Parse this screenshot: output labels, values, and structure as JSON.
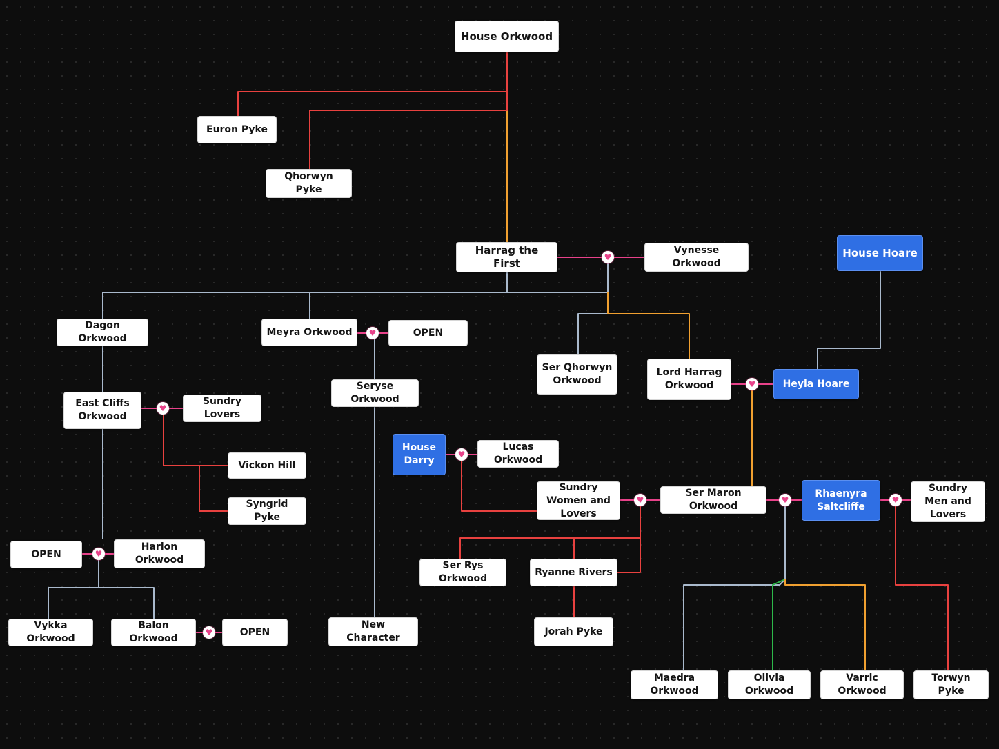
{
  "colors": {
    "background": "#0d0d0d",
    "node": "#ffffff",
    "house_node": "#2f6fe4",
    "line_red": "#e8413f",
    "line_orange": "#f0a030",
    "line_gray": "#a9b9cc",
    "line_pink": "#e8428a",
    "line_green": "#2db84a",
    "heart": "#e8428a"
  },
  "heart_icon": "heart-icon",
  "nodes": {
    "house_orkwood": "House Orkwood",
    "euron_pyke": "Euron Pyke",
    "qhorwyn_pyke": "Qhorwyn Pyke",
    "harrag_first": "Harrag the First",
    "vynesse_orkwood": "Vynesse Orkwood",
    "house_hoare": "House Hoare",
    "dagon_orkwood": "Dagon Orkwood",
    "meyra_orkwood": "Meyra Orkwood",
    "open_meyra": "OPEN",
    "ser_qhorwyn": "Ser Qhorwyn Orkwood",
    "lord_harrag": "Lord Harrag Orkwood",
    "heyla_hoare": "Heyla Hoare",
    "east_cliffs": "East Cliffs Orkwood",
    "sundry_lovers": "Sundry Lovers",
    "seryse_orkwood": "Seryse Orkwood",
    "house_darry": "House Darry",
    "lucas_orkwood": "Lucas Orkwood",
    "vickon_hill": "Vickon Hill",
    "syngrid_pyke": "Syngrid Pyke",
    "sundry_women": "Sundry Women and Lovers",
    "ser_maron": "Ser Maron Orkwood",
    "rhaenyra": "Rhaenyra Saltcliffe",
    "sundry_men": "Sundry Men and Lovers",
    "open_harlon": "OPEN",
    "harlon_orkwood": "Harlon Orkwood",
    "ser_rys": "Ser Rys Orkwood",
    "ryanne_rivers": "Ryanne Rivers",
    "vykka_orkwood": "Vykka Orkwood",
    "balon_orkwood": "Balon Orkwood",
    "open_balon": "OPEN",
    "new_character": "New Character",
    "jorah_pyke": "Jorah Pyke",
    "maedra_orkwood": "Maedra Orkwood",
    "olivia_orkwood": "Olivia Orkwood",
    "varric_orkwood": "Varric Orkwood",
    "torwyn_pyke": "Torwyn Pyke"
  }
}
